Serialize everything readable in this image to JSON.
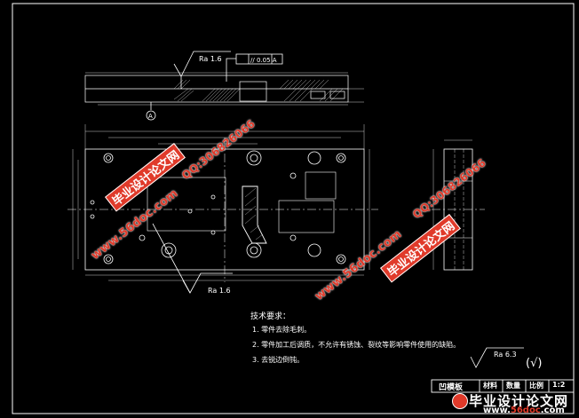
{
  "drawing": {
    "roughness_top": "Ra 1.6",
    "tolerance_frame": "// 0.05 A",
    "datum": "A",
    "roughness_bottom": "Ra 1.6",
    "roughness_general": "Ra 6.3",
    "roughness_general_symbol": "(√)"
  },
  "notes": {
    "title": "技术要求：",
    "items": [
      "1. 零件去除毛刺。",
      "2. 零件加工后调质，不允许有锈蚀、裂纹等影响零件使用的缺陷。",
      "3. 去锐边倒钝。"
    ]
  },
  "title_block": {
    "part_name": "凹模板",
    "material_label": "材料",
    "qty_label": "数量",
    "scale_label": "比例",
    "scale_value": "1:2"
  },
  "watermarks": {
    "site_url": "www.56doc.com",
    "site_name_cn": "毕业设计论文网",
    "qq": "QQ:306826066"
  },
  "footer": {
    "site_name_cn": "毕业设计论文网",
    "url_prefix": "www.",
    "url_number": "56doc",
    "url_suffix": ".com"
  }
}
